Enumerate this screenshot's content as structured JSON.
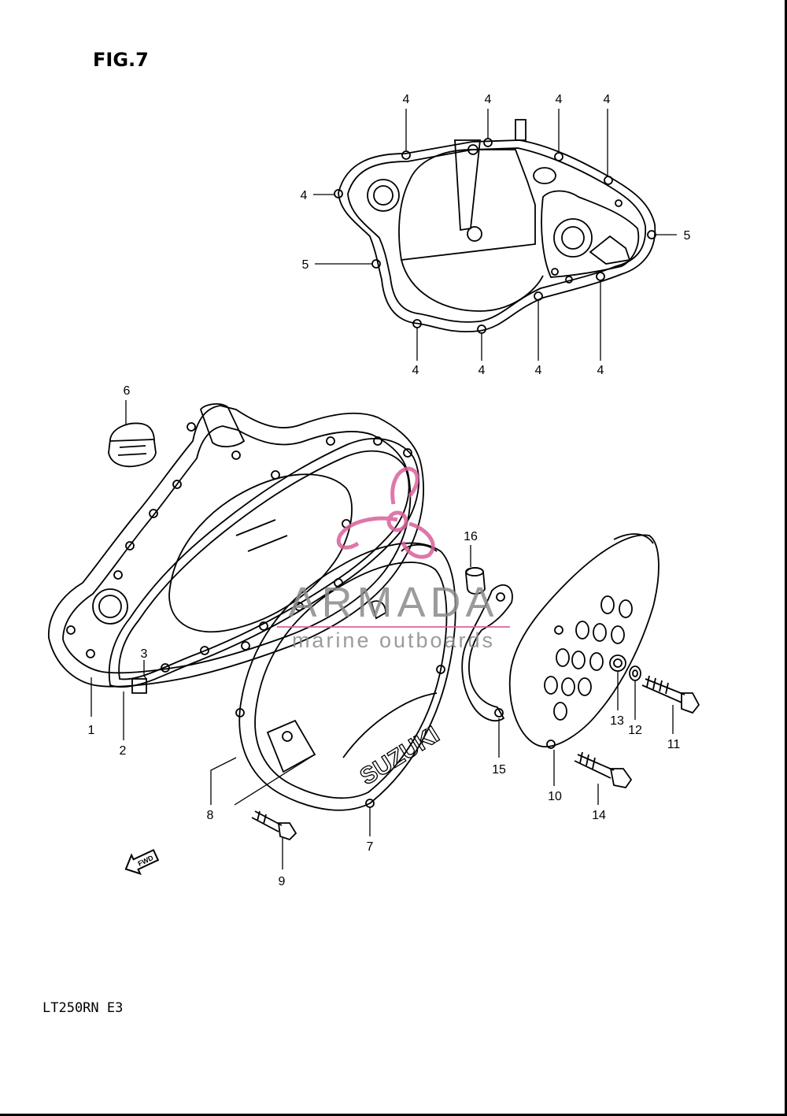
{
  "figure": {
    "title": "FIG.7",
    "model": "LT250RN E3"
  },
  "callouts": {
    "c1": "1",
    "c2": "2",
    "c3": "3",
    "c4": "4",
    "c5": "5",
    "c6": "6",
    "c7": "7",
    "c8": "8",
    "c9": "9",
    "c10": "10",
    "c11": "11",
    "c12": "12",
    "c13": "13",
    "c14": "14",
    "c15": "15",
    "c16": "16"
  },
  "cover_text": "SUZUKI",
  "fwd_label": "FWD",
  "watermark": {
    "brand": "ARMADA",
    "tagline": "marine outboards",
    "color": "#d9609a"
  }
}
